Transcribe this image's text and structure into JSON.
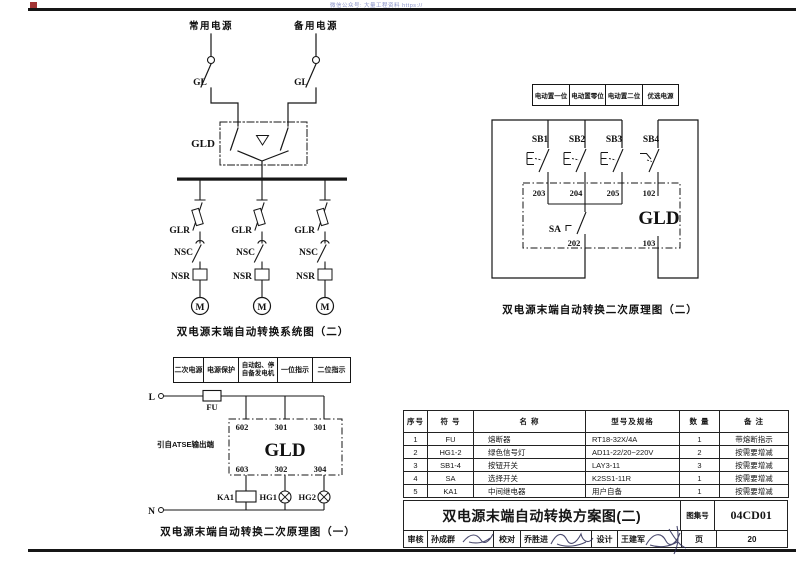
{
  "watermark": {
    "text": "微信公众号: 大量工程资料 https://"
  },
  "system_diagram": {
    "normal_source": "常用电源",
    "backup_source": "备用电源",
    "gl_left": "GL",
    "gl_right": "GL",
    "gld": "GLD",
    "branches": [
      {
        "glr": "GLR",
        "nsc": "NSC",
        "nsr": "NSR",
        "motor": "M"
      },
      {
        "glr": "GLR",
        "nsc": "NSC",
        "nsr": "NSR",
        "motor": "M"
      },
      {
        "glr": "GLR",
        "nsc": "NSC",
        "nsr": "NSR",
        "motor": "M"
      }
    ],
    "caption": "双电源末端自动转换系统图（二）"
  },
  "left_strip": {
    "cells": [
      {
        "l1": "二次电源"
      },
      {
        "l1": "电源保护"
      },
      {
        "l1": "自动起、停",
        "l2": "自备发电机"
      },
      {
        "l1": "一位指示"
      },
      {
        "l1": "二位指示"
      }
    ]
  },
  "secondary_one": {
    "phase_label": "L",
    "neutral_label": "N",
    "fuse_label": "FU",
    "source_note": "引自ATSE输出端",
    "gld": "GLD",
    "top_terminals": [
      "602",
      "301",
      "301"
    ],
    "bottom_terminals": [
      "603",
      "302",
      "304"
    ],
    "relay_label": "KA1",
    "lamp1_label": "HG1",
    "lamp2_label": "HG2",
    "caption": "双电源末端自动转换二次原理图（一）"
  },
  "right_strip": {
    "cells": [
      "电动置一位",
      "电动置零位",
      "电动置二位",
      "优选电源"
    ]
  },
  "secondary_two": {
    "buttons": [
      "SB1",
      "SB2",
      "SB3",
      "SB4"
    ],
    "selector_label": "SA",
    "gld": "GLD",
    "top_terminals": [
      "203",
      "204",
      "205",
      "102"
    ],
    "bottom_terminals": [
      "202",
      "103"
    ],
    "caption": "双电源末端自动转换二次原理图（二）"
  },
  "component_table": {
    "headers": [
      "序号",
      "符 号",
      "名 称",
      "型号及规格",
      "数 量",
      "备 注"
    ],
    "rows": [
      [
        "1",
        "FU",
        "熔断器",
        "RT18-32X/4A",
        "1",
        "带熔断指示"
      ],
      [
        "2",
        "HG1-2",
        "绿色信号灯",
        "AD11-22/20~220V",
        "2",
        "按需要增减"
      ],
      [
        "3",
        "SB1-4",
        "按钮开关",
        "LAY3-11",
        "3",
        "按需要增减"
      ],
      [
        "4",
        "SA",
        "选择开关",
        "K2SS1-11R",
        "1",
        "按需要增减"
      ],
      [
        "5",
        "KA1",
        "中间继电器",
        "用户自备",
        "1",
        "按需要增减"
      ]
    ]
  },
  "title_block": {
    "title": "双电源末端自动转换方案图(二)",
    "atlas_label": "图集号",
    "atlas_no": "04CD01",
    "page_label": "页",
    "page_no": "20",
    "reviewer_label": "审核",
    "reviewer_name": "孙成群",
    "checker_label": "校对",
    "checker_name": "乔胜进",
    "designer_label": "设计",
    "designer_name": "王建军"
  }
}
